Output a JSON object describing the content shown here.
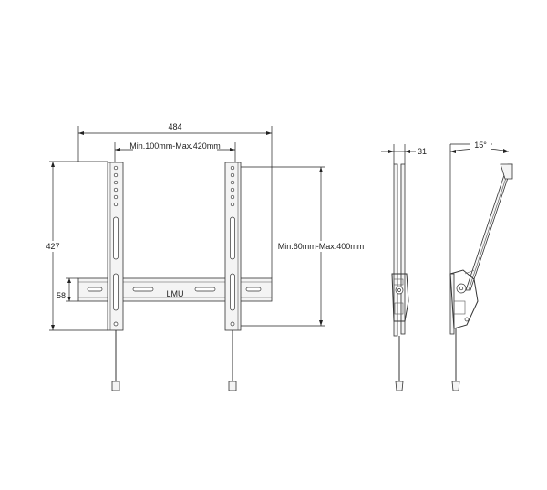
{
  "dimensions": {
    "overall_width": "484",
    "vesa_horizontal": "Min.100mm-Max.420mm",
    "overall_height": "427",
    "rail_height": "58",
    "vesa_vertical": "Min.60mm-Max.400mm",
    "depth": "31",
    "tilt_angle": "15°"
  },
  "logo": {
    "text": "LMU"
  }
}
